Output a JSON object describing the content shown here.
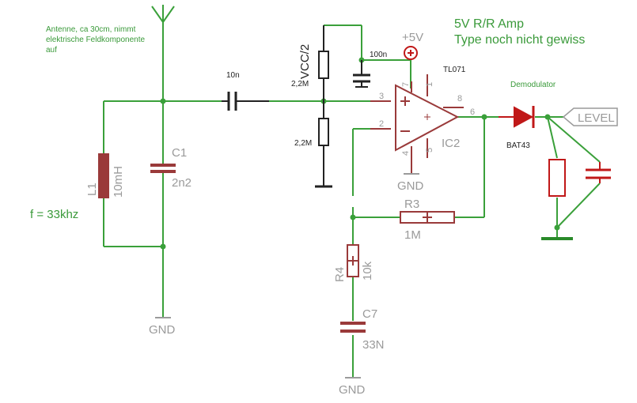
{
  "notes": {
    "antenna_line1": "Antenne, ca 30cm, nimmt",
    "antenna_line2": "elektrische Feldkomponente",
    "antenna_line3": "auf",
    "frequency": "f = 33khz",
    "amp_line1": "5V R/R Amp",
    "amp_line2": "Type noch nicht gewiss",
    "demodulator": "Demodulator"
  },
  "components": {
    "C1": {
      "name": "C1",
      "value": "2n2"
    },
    "L1": {
      "name": "L1",
      "value": "10mH"
    },
    "C_in": {
      "value": "10n"
    },
    "R_top": {
      "value": "2,2M"
    },
    "R_bot": {
      "value": "2,2M"
    },
    "vcc_half": "VCC/2",
    "C_dec": {
      "value": "100n"
    },
    "supply": "+5V",
    "opamp": {
      "part": "TL071",
      "name": "IC2"
    },
    "pins": {
      "p3": "3",
      "p2": "2",
      "p7": "7",
      "p1": "1",
      "p8": "8",
      "p6": "6",
      "p4": "4",
      "p5": "5"
    },
    "R3": {
      "name": "R3",
      "value": "1M"
    },
    "R4": {
      "name": "R4",
      "value": "10k"
    },
    "C7": {
      "name": "C7",
      "value": "33N"
    },
    "diode": {
      "value": "BAT43"
    },
    "level": "LEVEL",
    "gnd": "GND"
  },
  "colors": {
    "wire": "#3aa03a",
    "part": "#9a3a3a",
    "label_grey": "#9a9a9a",
    "label_green": "#3a9a3a",
    "accent_red": "#c01818"
  }
}
